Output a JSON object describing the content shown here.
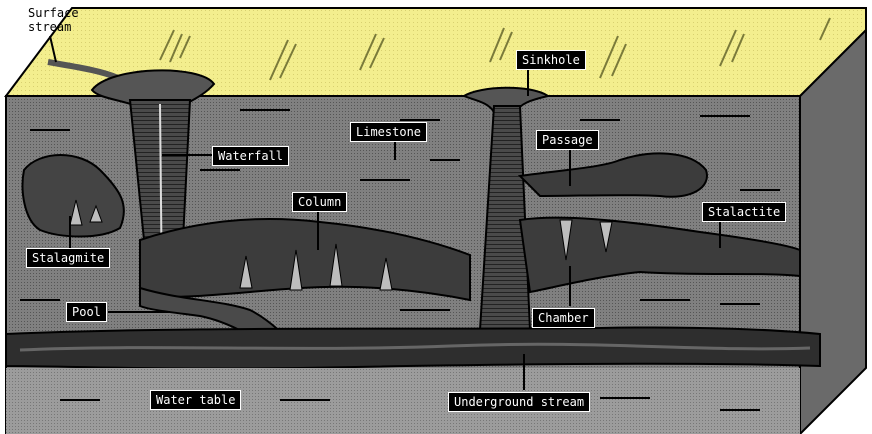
{
  "labels": {
    "surface_stream": "Surface\nstream",
    "sinkhole": "Sinkhole",
    "limestone": "Limestone",
    "passage": "Passage",
    "waterfall": "Waterfall",
    "column": "Column",
    "stalactite": "Stalactite",
    "stalagmite": "Stalagmite",
    "pool": "Pool",
    "chamber": "Chamber",
    "water_table": "Water table",
    "underground_stream": "Underground stream"
  },
  "colors": {
    "surface": "#f2ec8c",
    "limestone": "#7a7a7a",
    "limestone_dark": "#5a5a5a",
    "right_face": "#6e6e6e",
    "cave": "#3c3c3c",
    "stream": "#2a2a2a",
    "water_table": "#9a9a9a"
  }
}
